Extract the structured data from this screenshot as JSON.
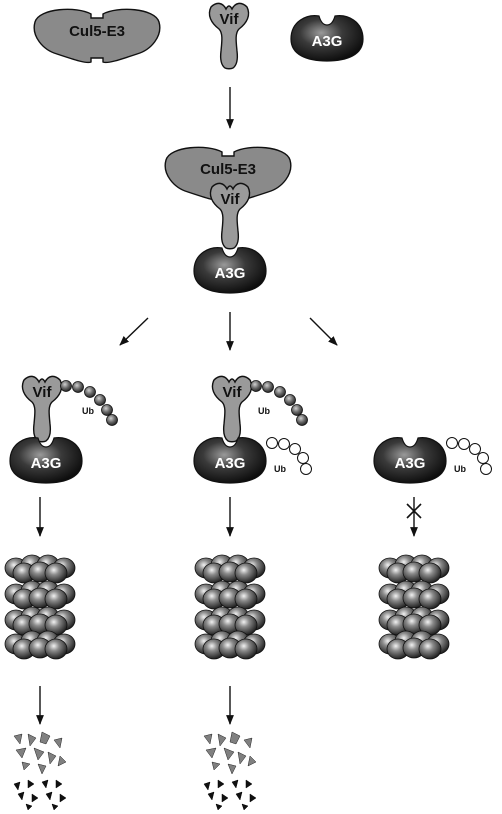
{
  "labels": {
    "cul5": "Cul5-E3",
    "vif": "Vif",
    "a3g": "A3G",
    "ub": "Ub"
  },
  "colors": {
    "cul5_fill": "#8a8a8a",
    "vif_fill": "#9a9a9a",
    "a3g_fill": "#2a2a2a",
    "ub_filled": "#5a5a5a",
    "ub_open": "#ffffff",
    "proteasome": "#5c5c5c",
    "fragment_light": "#808080",
    "fragment_dark": "#111111"
  },
  "icons": {
    "proteasome": "proteasome-icon",
    "fragments": "peptide-fragments-icon",
    "block": "blocked-arrow-icon"
  },
  "pathways": [
    {
      "vif_bound": true,
      "vif_ubiquitinated": true,
      "a3g_ubiquitinated": false,
      "degraded": true
    },
    {
      "vif_bound": true,
      "vif_ubiquitinated": true,
      "a3g_ubiquitinated": true,
      "degraded": true
    },
    {
      "vif_bound": false,
      "vif_ubiquitinated": false,
      "a3g_ubiquitinated": true,
      "degraded": false
    }
  ]
}
